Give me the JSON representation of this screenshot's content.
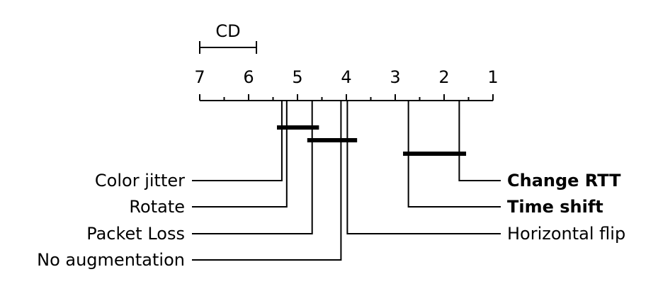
{
  "diagram": {
    "cd_label": "CD",
    "cd_span": 1.16,
    "rank_axis": {
      "ticks": [
        7,
        6,
        5,
        4,
        3,
        2,
        1
      ],
      "min": 1,
      "max": 7
    },
    "methods_left": [
      {
        "name": "Color jitter",
        "rank": 5.32,
        "bold": false
      },
      {
        "name": "Rotate",
        "rank": 5.22,
        "bold": false
      },
      {
        "name": "Packet Loss",
        "rank": 4.7,
        "bold": false
      },
      {
        "name": "No augmentation",
        "rank": 4.11,
        "bold": false
      }
    ],
    "methods_right": [
      {
        "name": "Change RTT",
        "rank": 1.69,
        "bold": true
      },
      {
        "name": "Time shift",
        "rank": 2.73,
        "bold": true
      },
      {
        "name": "Horizontal flip",
        "rank": 3.98,
        "bold": false
      }
    ],
    "cliques": [
      {
        "from": 5.42,
        "to": 4.56
      },
      {
        "from": 4.8,
        "to": 3.78
      },
      {
        "from": 2.84,
        "to": 1.55
      }
    ]
  }
}
